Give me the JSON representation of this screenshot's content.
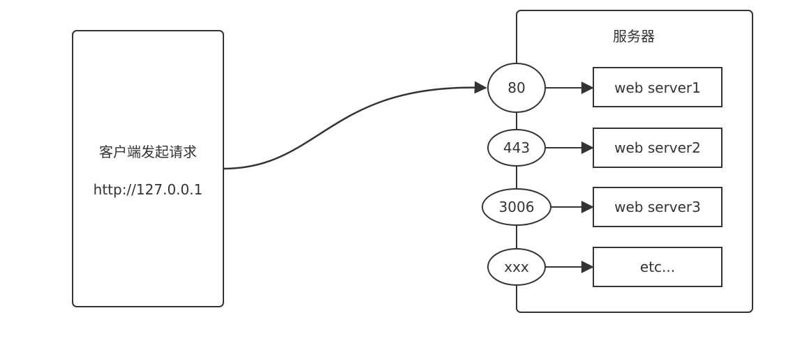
{
  "client": {
    "title": "客户端发起请求",
    "url": "http://127.0.0.1"
  },
  "server": {
    "title": "服务器",
    "ports": [
      {
        "port": "80",
        "target": "web server1"
      },
      {
        "port": "443",
        "target": "web server2"
      },
      {
        "port": "3006",
        "target": "web server3"
      },
      {
        "port": "xxx",
        "target": "etc..."
      }
    ]
  },
  "colors": {
    "stroke": "#333333",
    "text": "#333333",
    "background": "#ffffff"
  }
}
